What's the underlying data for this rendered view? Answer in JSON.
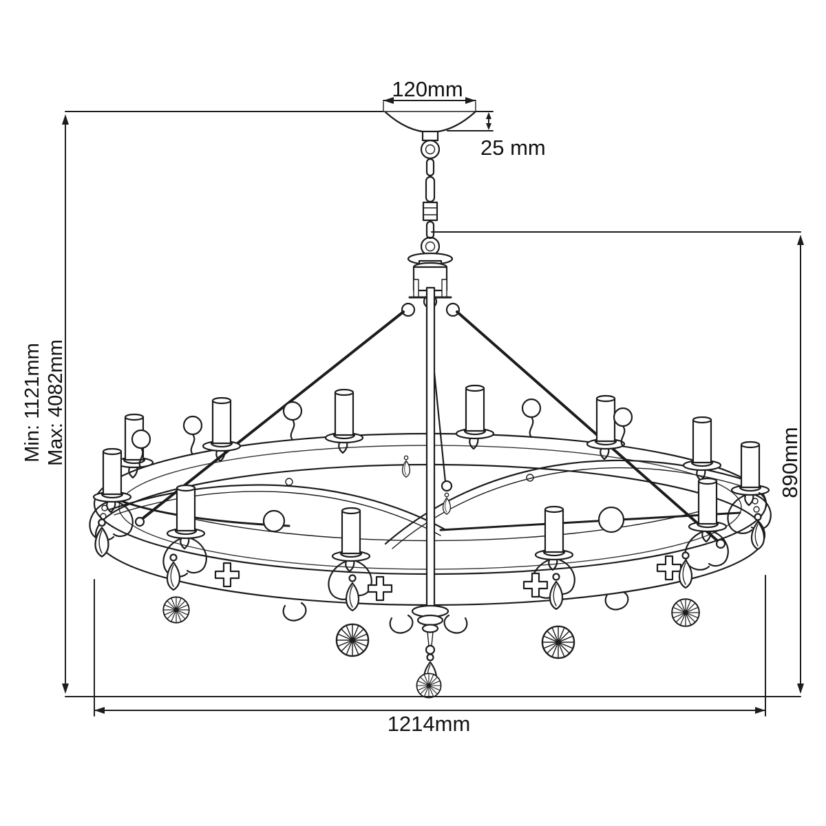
{
  "diagram": {
    "labels": {
      "canopy_width": "120mm",
      "canopy_height": "25 mm",
      "suspension_min": "Min: 1121mm",
      "suspension_max": "Max: 4082mm",
      "body_height": "890mm",
      "body_width": "1214mm"
    },
    "colors": {
      "line": "#1c1c1c",
      "text": "#111111",
      "background": "#ffffff"
    }
  }
}
